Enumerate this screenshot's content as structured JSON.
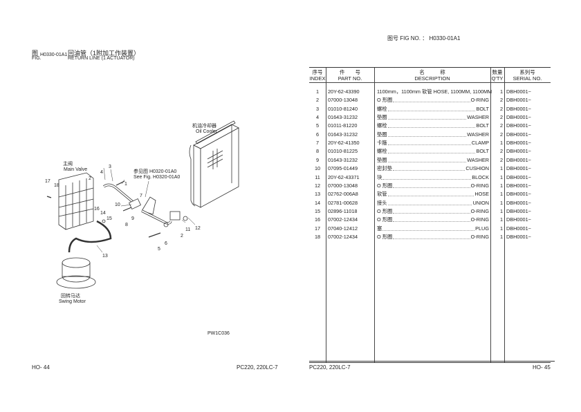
{
  "header": {
    "fig_no_label": "图号 FIG NO. ：",
    "fig_no": "H0330-01A1"
  },
  "figure": {
    "fig_cn": "图",
    "fig_en": "FIG.",
    "fig_id": "H0330-01A1",
    "title_cn": "回油管（1附加工作装置）",
    "title_en": "RETURN LINE (1 ACTUATOR)"
  },
  "diagram": {
    "main_valve_cn": "主阀",
    "main_valve_en": "Main Valve",
    "oil_cooler_cn": "机油冷却器",
    "oil_cooler_en": "Oil Cooler",
    "see_fig_cn": "参见图 H0320-01A0",
    "see_fig_en": "See Fig. H0320-01A0",
    "swing_motor_cn": "回转马达",
    "swing_motor_en": "Swing Motor",
    "code": "PW1C036",
    "callouts": [
      "1",
      "2",
      "3",
      "4",
      "5",
      "6",
      "7",
      "8",
      "9",
      "10",
      "11",
      "12",
      "13",
      "14",
      "15",
      "16",
      "17",
      "18",
      "2"
    ]
  },
  "table": {
    "headers": {
      "index_cn": "序号",
      "index_en": "INDEX",
      "part_cn": "件　　号",
      "part_en": "PART NO.",
      "desc_cn": "名　　　称",
      "desc_en": "DESCRIPTION",
      "qty_cn": "数量",
      "qty_en": "Q'TY",
      "serial_cn": "系列号",
      "serial_en": "SERIAL NO."
    },
    "rows": [
      {
        "index": "1",
        "part": "20Y-62-43390",
        "cn": "1100mm，1100mm 软管",
        "en": "HOSE, 1100MM, 1100MM",
        "qty": "1",
        "serial": "DBH0001~"
      },
      {
        "index": "2",
        "part": "07000-13048",
        "cn": "O 形圈",
        "en": "O-RING",
        "qty": "2",
        "serial": "DBH0001~"
      },
      {
        "index": "3",
        "part": "01010-81240",
        "cn": "螺栓",
        "en": "BOLT",
        "qty": "2",
        "serial": "DBH0001~"
      },
      {
        "index": "4",
        "part": "01643-31232",
        "cn": "垫圈",
        "en": "WASHER",
        "qty": "2",
        "serial": "DBH0001~"
      },
      {
        "index": "5",
        "part": "01011-81220",
        "cn": "螺栓",
        "en": "BOLT",
        "qty": "2",
        "serial": "DBH0001~"
      },
      {
        "index": "6",
        "part": "01643-31232",
        "cn": "垫圈",
        "en": "WASHER",
        "qty": "2",
        "serial": "DBH0001~"
      },
      {
        "index": "7",
        "part": "20Y-62-41350",
        "cn": "卡箍",
        "en": "CLAMP",
        "qty": "1",
        "serial": "DBH0001~"
      },
      {
        "index": "8",
        "part": "01010-81225",
        "cn": "螺栓",
        "en": "BOLT",
        "qty": "2",
        "serial": "DBH0001~"
      },
      {
        "index": "9",
        "part": "01643-31232",
        "cn": "垫圈",
        "en": "WASHER",
        "qty": "2",
        "serial": "DBH0001~"
      },
      {
        "index": "10",
        "part": "07095-01449",
        "cn": "密封垫",
        "en": "CUSHION",
        "qty": "1",
        "serial": "DBH0001~"
      },
      {
        "index": "11",
        "part": "20Y-62-43371",
        "cn": "块",
        "en": "BLOCK",
        "qty": "1",
        "serial": "DBH0001~"
      },
      {
        "index": "12",
        "part": "07000-13048",
        "cn": "O 形圈",
        "en": "O-RING",
        "qty": "1",
        "serial": "DBH0001~"
      },
      {
        "index": "13",
        "part": "02762-006A8",
        "cn": "软管",
        "en": "HOSE",
        "qty": "1",
        "serial": "DBH0001~"
      },
      {
        "index": "14",
        "part": "02781-00628",
        "cn": "接头",
        "en": "UNION",
        "qty": "1",
        "serial": "DBH0001~"
      },
      {
        "index": "15",
        "part": "02896-11018",
        "cn": "O 形圈",
        "en": "O-RING",
        "qty": "1",
        "serial": "DBH0001~"
      },
      {
        "index": "16",
        "part": "07002-12434",
        "cn": "O 形圈",
        "en": "O-RING",
        "qty": "1",
        "serial": "DBH0001~"
      },
      {
        "index": "17",
        "part": "07040-12412",
        "cn": "塞",
        "en": "PLUG",
        "qty": "1",
        "serial": "DBH0001~"
      },
      {
        "index": "18",
        "part": "07002-12434",
        "cn": "O 形圈",
        "en": "O-RING",
        "qty": "1",
        "serial": "DBH0001~"
      }
    ]
  },
  "footer": {
    "left_page": "HO- 44",
    "left_model": "PC220, 220LC-7",
    "right_model": "PC220, 220LC-7",
    "right_page": "HO- 45"
  }
}
